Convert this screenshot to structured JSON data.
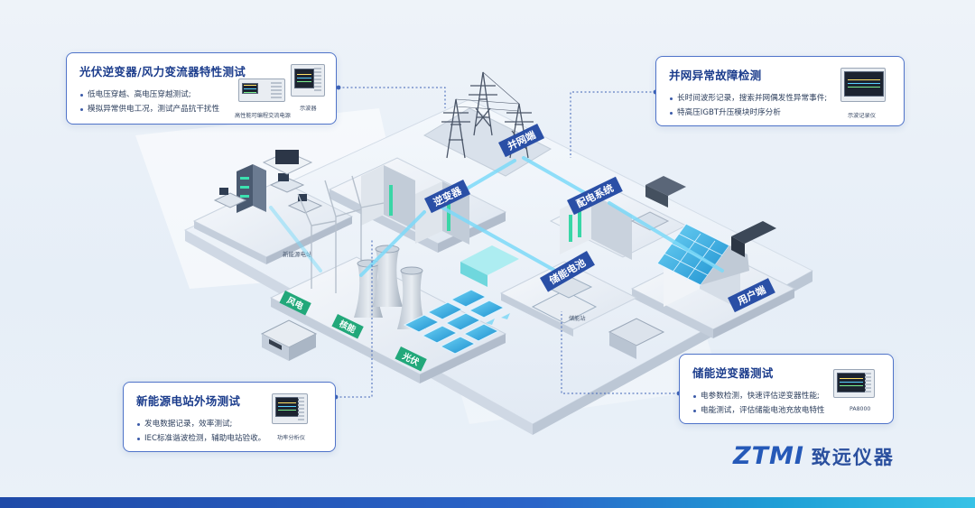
{
  "brand": {
    "mark": "ZTMI",
    "name_cn": "致远仪器"
  },
  "colors": {
    "accent": "#2559b8",
    "node_label": "#2a4fa6",
    "green_label": "#22a87a"
  },
  "nodes": {
    "grid": "并网端",
    "inverter": "逆变器",
    "distribution": "配电系统",
    "storage": "储能电池",
    "user": "用户端",
    "wind": "风电",
    "nuclear": "核能",
    "pv": "光伏"
  },
  "scene_labels": {
    "lab": "新能源电站",
    "storage_station": "储能站"
  },
  "cards": {
    "pv_inverter": {
      "title": "光伏逆变器/风力变流器特性测试",
      "items": [
        "低电压穿越、高电压穿越测试;",
        "模拟异常供电工况，测试产品抗干扰性"
      ],
      "devices": [
        "高性能可编程交流电源",
        "示波器"
      ]
    },
    "grid_fault": {
      "title": "并网异常故障检测",
      "items": [
        "长时间波形记录，搜索并网偶发性异常事件;",
        "特高压IGBT升压模块时序分析"
      ],
      "devices": [
        "示波记录仪"
      ]
    },
    "field_test": {
      "title": "新能源电站外场测试",
      "items": [
        "发电数据记录，效率测试;",
        "IEC标准谐波检测，辅助电站验收。"
      ],
      "devices": [
        "功率分析仪"
      ]
    },
    "storage_inverter": {
      "title": "储能逆变器测试",
      "items": [
        "电参数检测，快速评估逆变器性能;",
        "电能测试，评估储能电池充放电特性"
      ],
      "devices": [
        "PA8000"
      ]
    }
  }
}
